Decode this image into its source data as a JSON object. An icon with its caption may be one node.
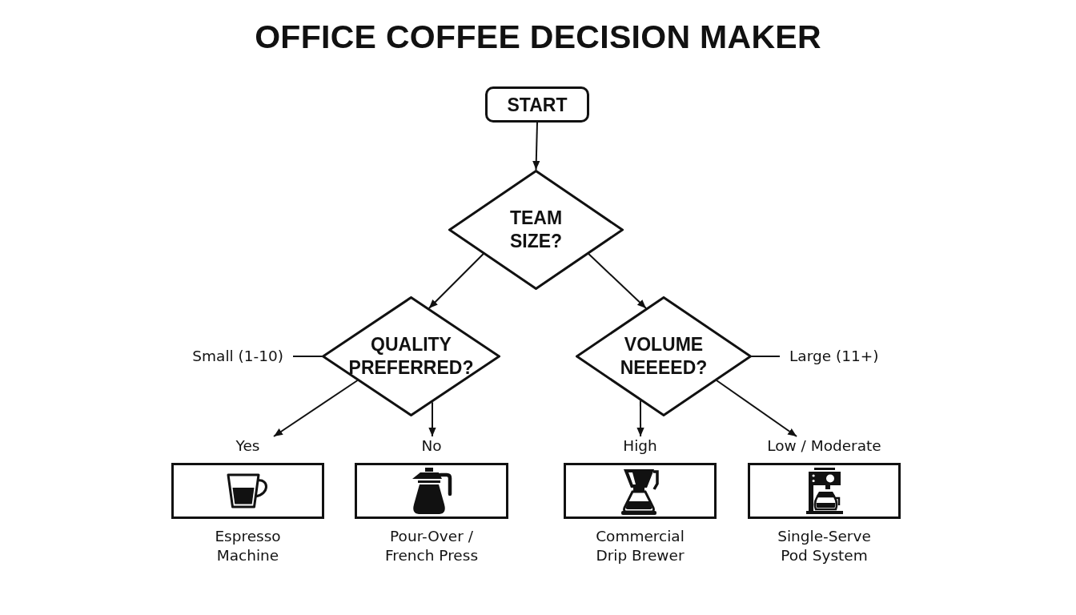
{
  "diagram": {
    "title": "OFFICE COFFEE DECISION MAKER",
    "nodes": [
      {
        "text": [
          "START"
        ]
      },
      {
        "text": [
          "TEAM SIZE?"
        ]
      },
      {
        "text": [
          "Small (1-10)"
        ]
      },
      {
        "text": [
          "QUALITY PREFERRED?"
        ]
      },
      {
        "text": [
          "VOLUME NEEEED?"
        ]
      },
      {
        "text": [
          "Large (11+)"
        ]
      },
      {
        "text": [
          "Yes",
          "Espresso Machine"
        ]
      },
      {
        "text": [
          "No",
          "Pour-Over / French Press"
        ]
      },
      {
        "text": [
          "High",
          "Commercial Drip Brewer"
        ]
      },
      {
        "text": [
          "Low / Moderate",
          "Single-Serve Pod System"
        ]
      }
    ],
    "edges": [
      {
        "from": 0,
        "to": 1,
        "arrow": "to"
      },
      {
        "from": 1,
        "to": 3,
        "arrow": "to"
      },
      {
        "from": 1,
        "to": 4,
        "arrow": "to"
      },
      {
        "from": 2,
        "to": 3,
        "arrow": "none"
      },
      {
        "from": 5,
        "to": 4,
        "arrow": "none"
      },
      {
        "from": 3,
        "to": 6,
        "arrow": "to"
      },
      {
        "from": 3,
        "to": 7,
        "arrow": "to"
      },
      {
        "from": 4,
        "to": 8,
        "arrow": "to"
      },
      {
        "from": 4,
        "to": 9,
        "arrow": "to"
      }
    ]
  }
}
